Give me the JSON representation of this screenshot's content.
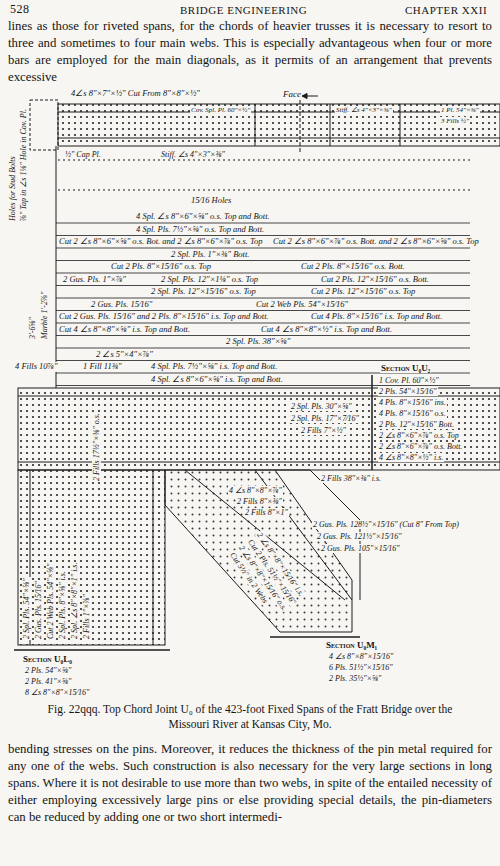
{
  "diagram": {
    "caption": "Fig. 22qqq. Top Chord Joint U₀ of the 423-foot Fixed Spans of the Fratt Bridge over the Missouri River at Kansas City, Mo.",
    "labels": [
      "528",
      "BRIDGE ENGINEERING",
      "CHAPTER XXII",
      "lines as those for riveted spans, for the chords of heavier trusses it is necessary to resort to three and sometimes to four main webs. This is especially advantageous when four or more bars are employed for the main diagonals, as it permits of an arrangement that prevents excessive",
      "4∠s 8″×7″×½″ Cut From 8″×8″×½″",
      "Face",
      "Holes for Stud Bolts",
      "⅞″ Tap in ∠s 1⅛″ Hole in Cov. Pl.",
      "Cov. Spl. Pl. 60″×½″",
      "Stiff. ∠s 4″×3″×⅜″",
      "1 Pl. 54″×⅜″",
      "3 Fills ½″",
      "½″ Cap Pl.",
      "Stiff. ∠s 4″×3″×⅜″",
      "15⁄16 Holes",
      "3′-6⅝″",
      "Marble 1′-2⅞″",
      "4 Spl. ∠s 8″×6″×⅝″ o.s. Top and Bott.",
      "4 Spl. Pls. 7½″×⅝″ o.s. Top and Bott.",
      "Cut 2 ∠s 8″×6″×⅝″ o.s. Bot. and 2 ∠s 8″×6″×⅞″ o.s. Top",
      "Cut 2 ∠s 8″×6″×⅞″ o.s. Bott. and 2 ∠s 8″×6″×⅝″ o.s. Top",
      "2 Spl. Pls. 1″×⅜″ Bott.",
      "Cut 2 Pls. 8″×15⁄16″ o.s. Top",
      "Cut 2 Pls. 8″×15⁄16″ o.s. Bott.",
      "2 Gus. Pls. 1″×⅞″",
      "2 Spl. Pls. 12″×1⅛″ o.s. Top",
      "Cut 2 Pls. 12″×15⁄16″ o.s. Bott.",
      "2 Spl. Pls. 12″×15⁄16″ o.s. Top",
      "Cut 2 Pls. 12″×15⁄16″ o.s. Top",
      "2 Gus. Pls. 15⁄16″",
      "Cut 2 Web Pls. 54″×15⁄16″",
      "Cut 2 Gus. Pls. 15⁄16″ and 2 Pls. 8″×15⁄16″ i.s. Top and Bott.",
      "Cut 4 Pls. 8″×15⁄16″ i.s. Top and Bott.",
      "Cut 4 ∠s 8″×8″×⅝″ i.s. Top and Bott.",
      "Cut 4 ∠s 8″×8″×½″ i.s. Top and Bott.",
      "2 Spl. Pls. 38″×⅝″",
      "2 ∠s 5″×4″×⅞″",
      "4 Fills 10⅞″",
      "1 Fill 11⅜″",
      "4 Spl. Pls. 7½″×⅝″ i.s. Top and Bott.",
      "4 Spl. ∠s 8″×6″×⅝″ i.s. Top and Bott.",
      "Section U₀U₂",
      "1 Cov. Pl. 60″×½″",
      "2 Pls. 54″×15⁄16″",
      "4 Pls. 8″×15⁄16″ ins.",
      "4 Pls. 8″×15⁄16″ o.s.",
      "2 Pls. 12″×15⁄16″ Bott.",
      "2 ∠s 8″×6″×⅞″ o.s. Top",
      "2 ∠s 8″×6″×⅞″ o.s. Bott.",
      "4 ∠s 8″×8″×½″ i.s.",
      "2 Spl. Pls. 30″×⅝″",
      "2 Spl. Pls. 17″×7⁄16″",
      "2 Fills 7″×½″",
      "2 Fills 17½″×⅜″ o.s.",
      "2 Fills 38″×⅜″ i.s.",
      "4 ∠s 8″×8″×⅞″",
      "2 Fills 8″×⅜″",
      "2 Fills 8″×1″",
      "2 Gus. Pls. 128½″×15⁄16″ (Cut 8″ From Top)",
      "2 Gus. Pls. 121½″×15⁄16″",
      "2 Gus. Pls. 105″×15⁄16″",
      "2 ∠s 8″×8″×15⁄16″ i.s.",
      "Cut 2 Pls. 51½″×15⁄16″",
      "2 ∠s 8″×8″×15⁄16″ o.s.",
      "Cut 5½″ in 2 Webs",
      "2 Spl. Pls. 54″×⅝″",
      "2 Gus. Pls. 15⁄16″",
      "Cut 2 Web Pls. 54″×⅝″",
      "2 Spl. Pls. 8″×⅝″ i.s.",
      "2 Spl. ∠s 8″×8″×1″ i.s.",
      "2 Fills 1″×⅞″",
      "Section U₀L₀",
      "2 Pls. 54″×⅝″",
      "2 Pls. 41″×⅝″",
      "8 ∠s 8″×8″×15⁄16″",
      "Section U₀M₁",
      "4 ∠s 8″×8″×15⁄16″",
      "6 Pls. 51½″×15⁄16″",
      "2 Pls. 35½″×⅝″",
      "bending stresses on the pins. Moreover, it reduces the thickness of the pin metal required for any one of the webs. Such construction is also necessary for the very large sections in long spans. Where it is not desirable to use more than two webs, in spite of the entailed necessity of either employing excessively large pins or else providing special details, the pin-diameters can be reduced by adding one or two short intermedi-"
    ]
  }
}
